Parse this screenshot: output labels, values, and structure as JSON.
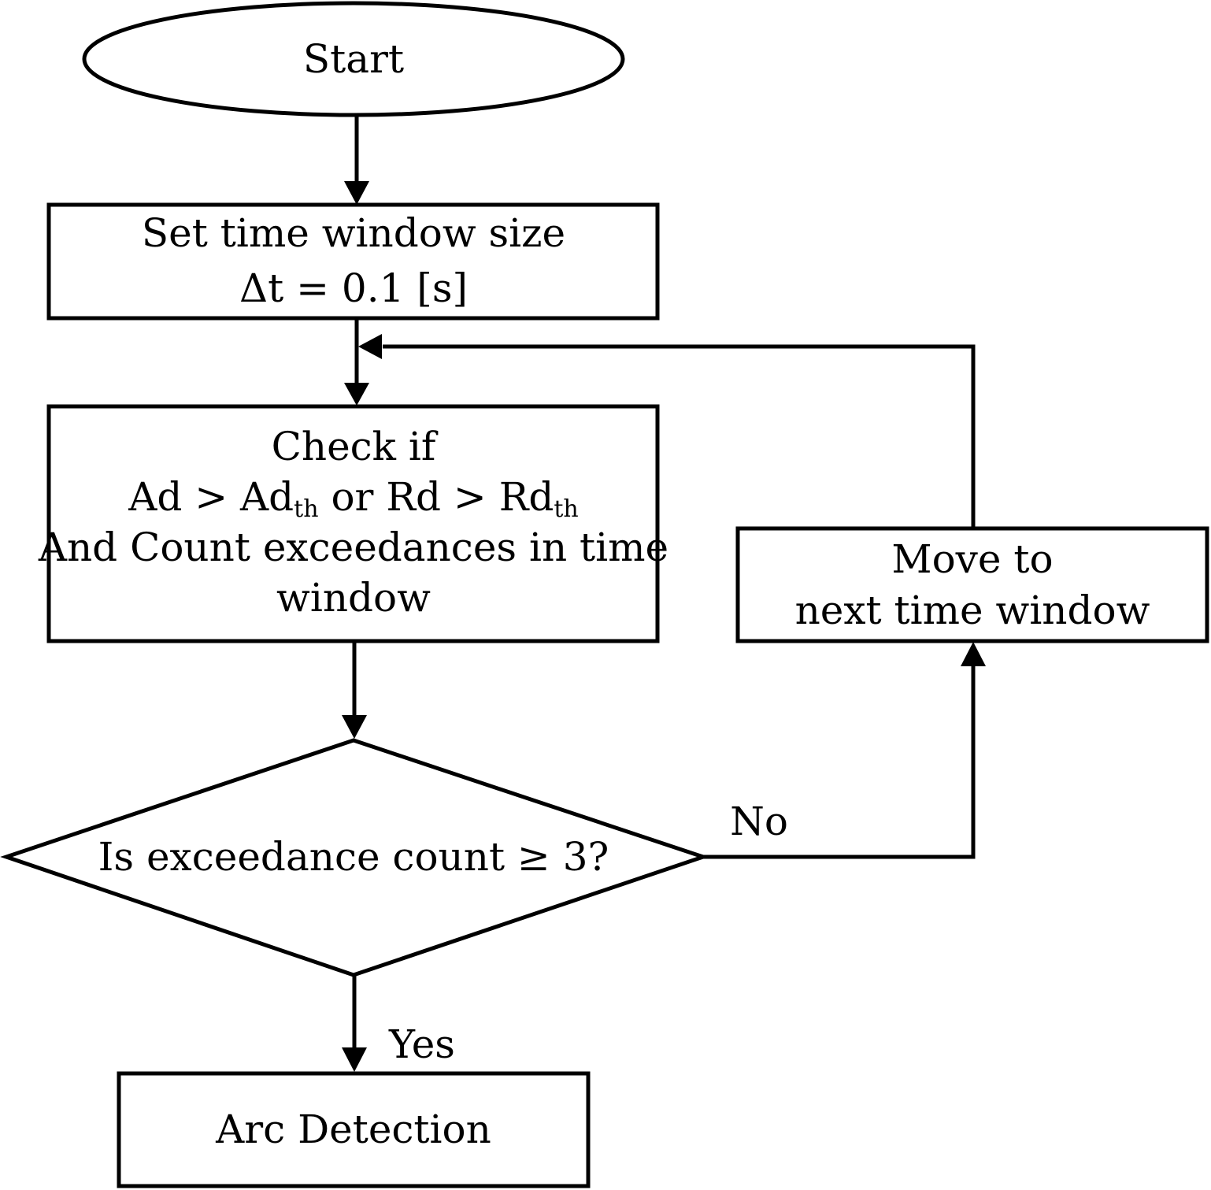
{
  "start": {
    "label": "Start"
  },
  "set_window": {
    "line1": "Set time window size",
    "line2": "Δt = 0.1 [s]"
  },
  "check": {
    "line1": "Check if",
    "cond_a": "Ad > Ad",
    "cond_a_sub": "th",
    "cond_or": " or Rd > Rd",
    "cond_b_sub": "th",
    "line3": "And Count exceedances in time",
    "line4": "window"
  },
  "move": {
    "line1": "Move to",
    "line2": "next time window"
  },
  "decision": {
    "label": "Is exceedance count ≥ 3?"
  },
  "edges": {
    "no_label": "No",
    "yes_label": "Yes"
  },
  "arc": {
    "label": "Arc Detection"
  }
}
